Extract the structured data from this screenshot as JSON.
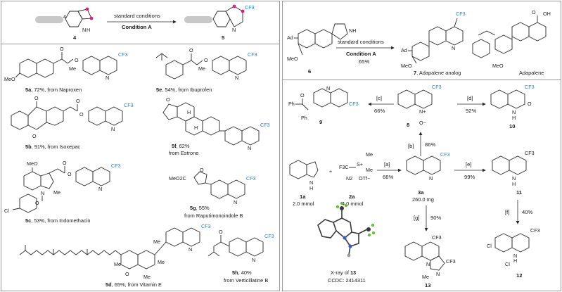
{
  "top_left": {
    "cond_top": "standard conditions",
    "cond_bottom": "Condition A",
    "sm_label": "4",
    "prod_label": "5",
    "atoms": {
      "nh": "N",
      "h": "H",
      "cf3": "CF3"
    }
  },
  "adapalene": {
    "sm_label": "6",
    "ad": "Ad",
    "meo": "MeO",
    "nh": "NH",
    "cond_top": "standard conditions",
    "cond_bottom": "Condition A",
    "yield": "65%",
    "prod_num": "7",
    "prod_text": ", Adapalene analog",
    "drug_name": "Adapalene",
    "oh": "OH",
    "o": "O",
    "n": "N",
    "cf3": "CF3"
  },
  "derivatives": [
    {
      "num": "5a",
      "text": ", 72%, from Naproxen"
    },
    {
      "num": "5e",
      "text": ", 54%, from Ibuprofen"
    },
    {
      "num": "5b",
      "text": ", 91%, from Isoxepac"
    },
    {
      "num": "5f",
      "text": ", 62%"
    },
    {
      "num": "",
      "text": "from Estrone"
    },
    {
      "num": "5c",
      "text": ", 53%, from Indomethacin"
    },
    {
      "num": "5g",
      "text": ", 55%"
    },
    {
      "num": "",
      "text": "from Raputimonoindole B"
    },
    {
      "num": "5d",
      "text": ", 65%, from Vitamin E"
    },
    {
      "num": "5h",
      "text": ", 40%"
    },
    {
      "num": "",
      "text": "from Verticillatine B"
    }
  ],
  "deriv_atoms": {
    "meo": "MeO",
    "me": "Me",
    "o": "O",
    "n": "N",
    "cl": "Cl",
    "meo2c": "MeO2C",
    "cf3": "CF3",
    "h": "H"
  },
  "synthesis": {
    "c_label": "[c]",
    "c_yield": "66%",
    "d_label": "[d]",
    "d_yield": "92%",
    "b_label": "[b]",
    "b_yield": "86%",
    "a_label": "[a]",
    "a_yield": "66%",
    "e_label": "[e]",
    "e_yield": "99%",
    "f_label": "[f]",
    "f_yield": "40%",
    "g_label": "[g]",
    "g_yield": "90%",
    "c9": "9",
    "c8": "8",
    "c10": "10",
    "c1a": "1a",
    "c1a_amt": "2.0 mmol",
    "c2a": "2a",
    "c2a_amt": "4.0 mmol",
    "c3a": "3a",
    "c3a_amt": "260.0 mg",
    "c11": "11",
    "c12": "12",
    "c13": "13",
    "xray_text": "X-ray of ",
    "xray_num": "13",
    "ccdc": "CCDC: 2414311",
    "plus": "+",
    "atoms": {
      "ph": "Ph",
      "n": "N",
      "nplus": "N+",
      "ominus": "O−",
      "h": "H",
      "o": "O",
      "f3c": "F3C",
      "s": "S+",
      "me": "Me",
      "n2": "N2",
      "otf": "OTf−",
      "cl": "Cl",
      "cf3": "CF3"
    }
  },
  "colors": {
    "accent": "#1e88d6",
    "frame": "#9a9a9a",
    "marker": "#e0207a",
    "pill": "#c8c8c8"
  }
}
